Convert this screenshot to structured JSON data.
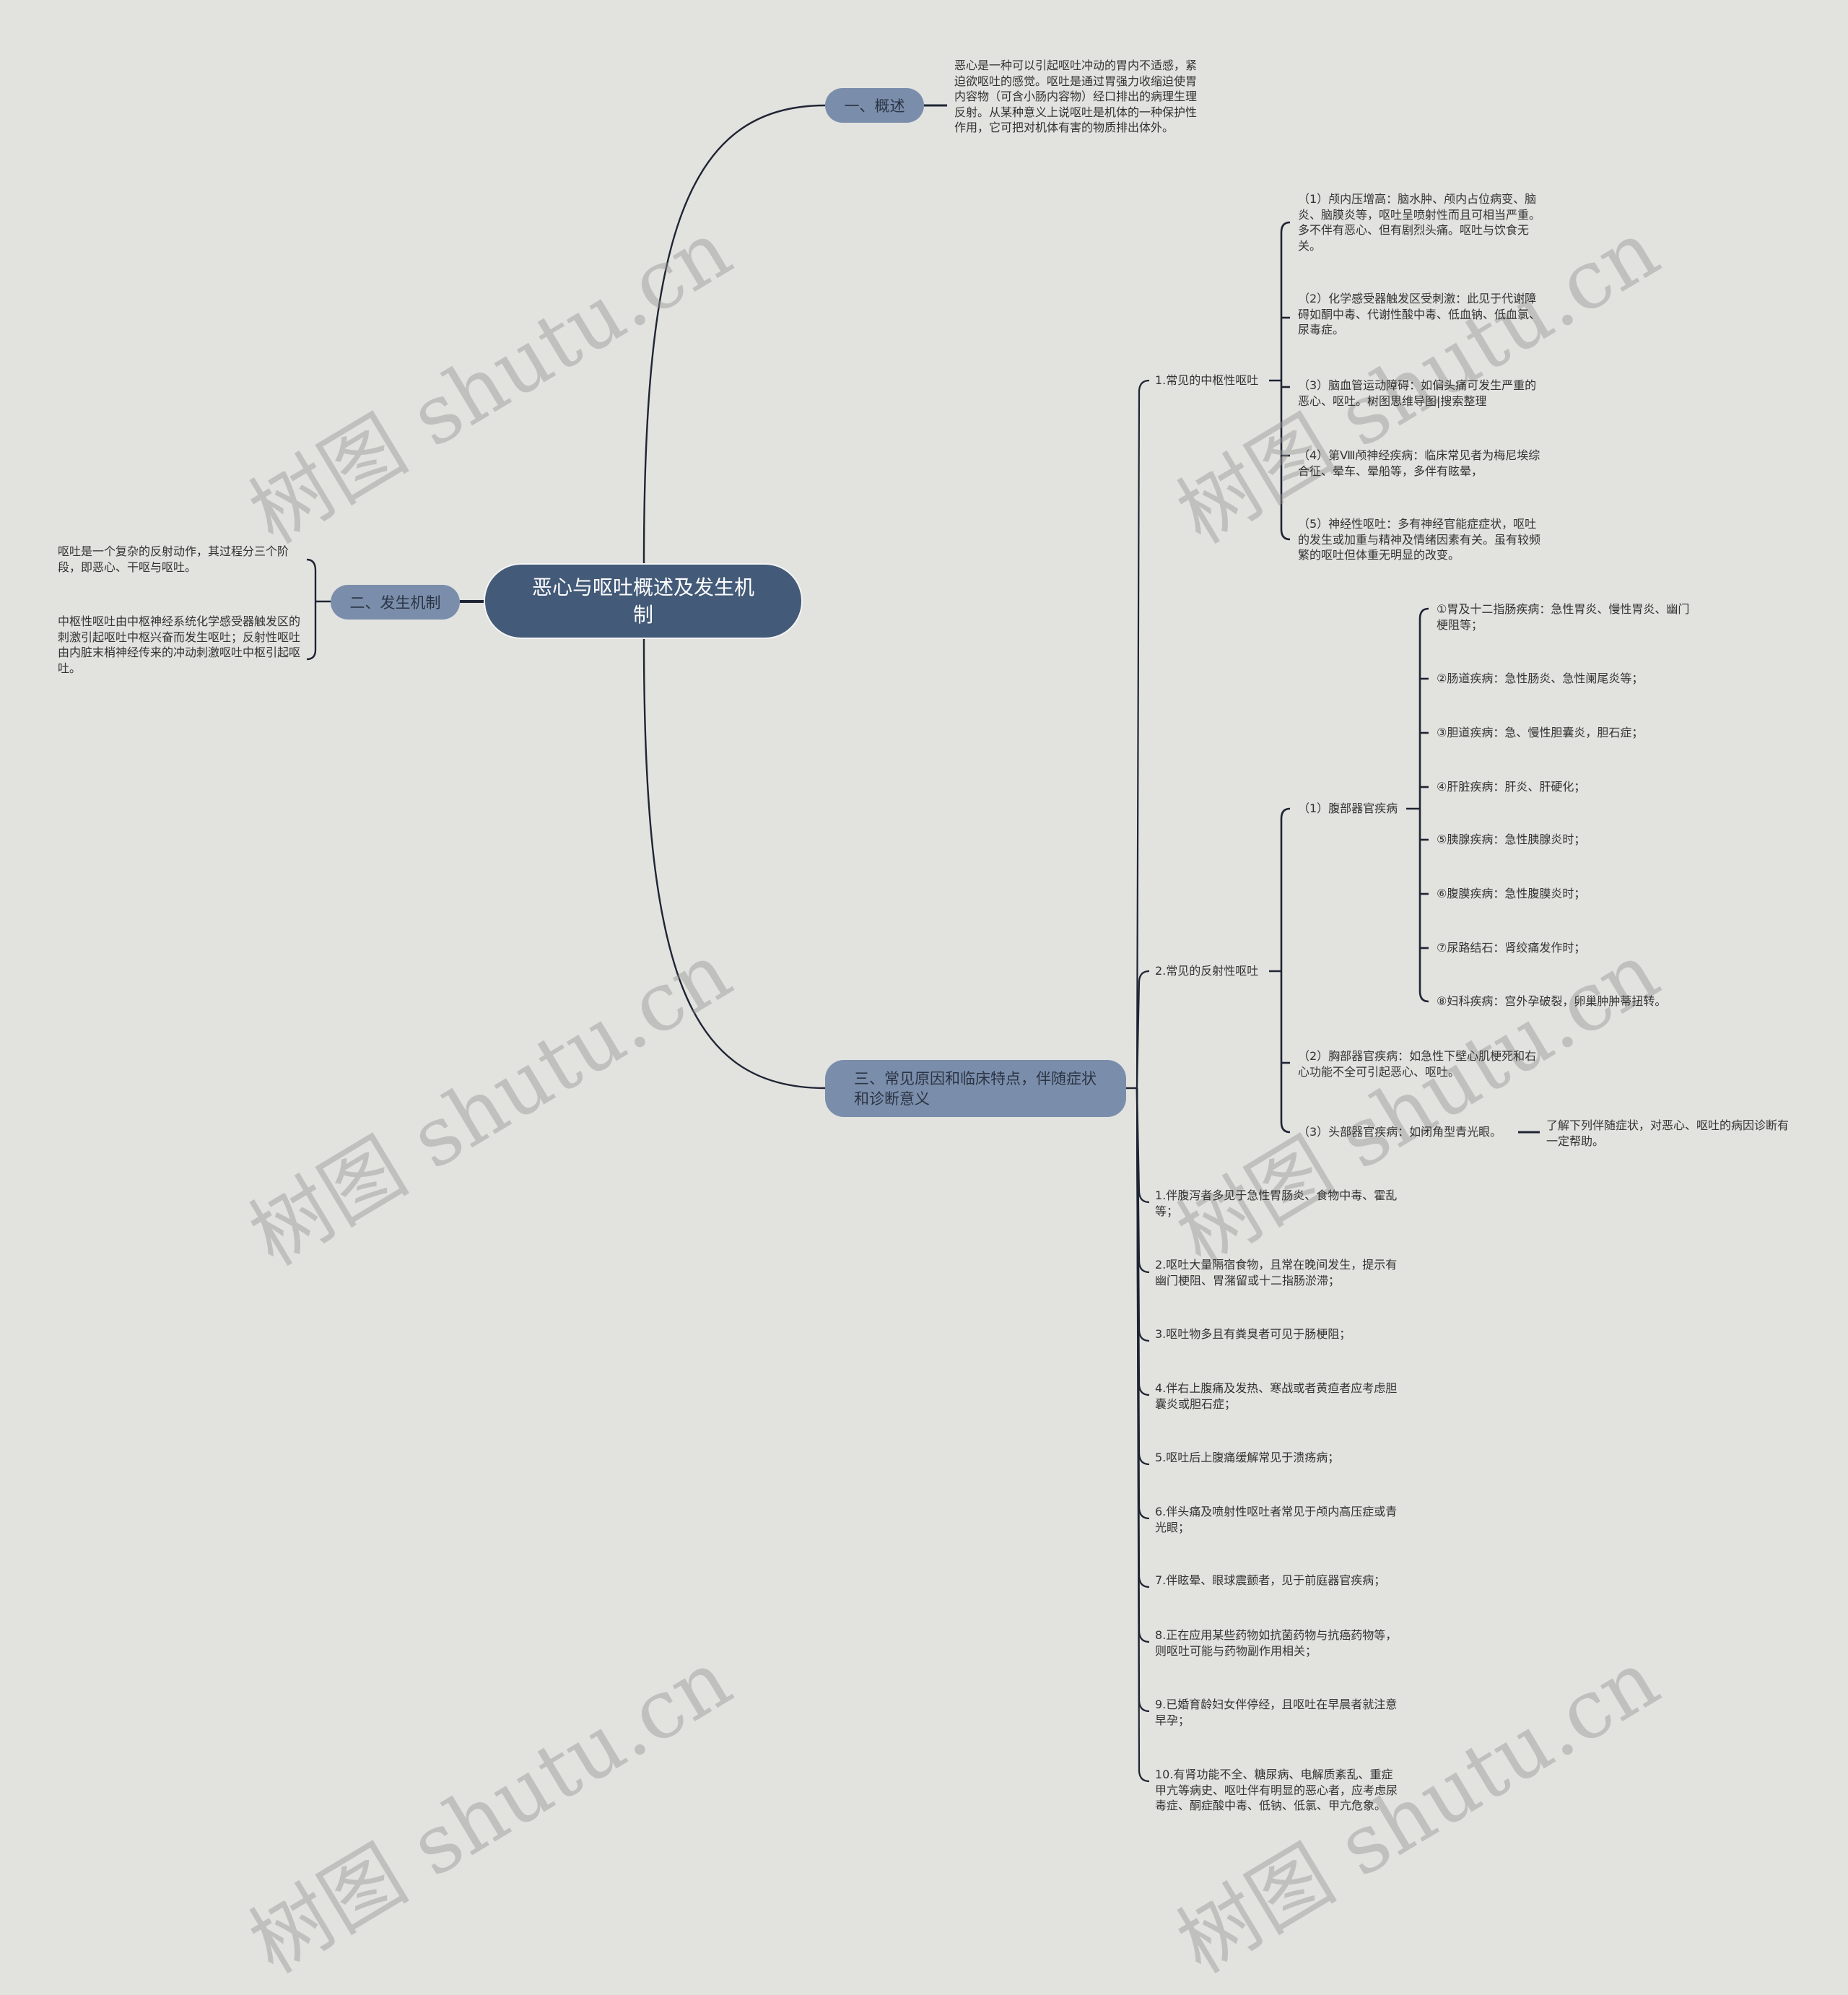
{
  "watermark": "树图 shutu.cn",
  "root": {
    "title": "恶心与呕吐概述及发生机制"
  },
  "overview": {
    "label": "一、概述",
    "text": "恶心是一种可以引起呕吐冲动的胃内不适感，紧迫欲呕吐的感觉。呕吐是通过胃强力收缩迫使胃内容物（可含小肠内容物）经口排出的病理生理反射。从某种意义上说呕吐是机体的一种保护性作用，它可把对机体有害的物质排出体外。"
  },
  "mechanism": {
    "label": "二、发生机制",
    "items": [
      "呕吐是一个复杂的反射动作，其过程分三个阶段，即恶心、干呕与呕吐。",
      "中枢性呕吐由中枢神经系统化学感受器触发区的刺激引起呕吐中枢兴奋而发生呕吐；反射性呕吐由内脏末梢神经传来的冲动刺激呕吐中枢引起呕吐。"
    ]
  },
  "causes": {
    "label": "三、常见原因和临床特点，伴随症状和诊断意义",
    "central": {
      "label": "1.常见的中枢性呕吐",
      "items": [
        "（1）颅内压增高：脑水肿、颅内占位病变、脑炎、脑膜炎等，呕吐呈喷射性而且可相当严重。多不伴有恶心、但有剧烈头痛。呕吐与饮食无关。",
        "（2）化学感受器触发区受刺激：此见于代谢障碍如酮中毒、代谢性酸中毒、低血钠、低血氯、尿毒症。",
        "（3）脑血管运动障碍：如偏头痛可发生严重的恶心、呕吐。树图思维导图|搜索整理",
        "（4）第Ⅷ颅神经疾病：临床常见者为梅尼埃综合征、晕车、晕船等，多伴有眩晕，",
        "（5）神经性呕吐：多有神经官能症症状，呕吐的发生或加重与精神及情绪因素有关。虽有较频繁的呕吐但体重无明显的改变。"
      ]
    },
    "reflex": {
      "label": "2.常见的反射性呕吐",
      "abdominal": {
        "label": "（1）腹部器官疾病",
        "items": [
          "①胃及十二指肠疾病：急性胃炎、慢性胃炎、幽门梗阻等；",
          "②肠道疾病：急性肠炎、急性阑尾炎等；",
          "③胆道疾病：急、慢性胆囊炎，胆石症；",
          "④肝脏疾病：肝炎、肝硬化；",
          "⑤胰腺疾病：急性胰腺炎时；",
          "⑥腹膜疾病：急性腹膜炎时；",
          "⑦尿路结石：肾绞痛发作时；",
          "⑧妇科疾病：宫外孕破裂，卵巢肿肿蒂扭转。"
        ]
      },
      "chest": "（2）胸部器官疾病：如急性下壁心肌梗死和右心功能不全可引起恶心、呕吐。",
      "head": "（3）头部器官疾病：如闭角型青光眼。",
      "head_note": "了解下列伴随症状，对恶心、呕吐的病因诊断有一定帮助。"
    },
    "symptoms": [
      "1.伴腹泻者多见于急性胃肠炎、食物中毒、霍乱等；",
      "2.呕吐大量隔宿食物，且常在晚间发生，提示有幽门梗阻、胃潴留或十二指肠淤滞；",
      "3.呕吐物多且有粪臭者可见于肠梗阻；",
      "4.伴右上腹痛及发热、寒战或者黄疸者应考虑胆囊炎或胆石症；",
      "5.呕吐后上腹痛缓解常见于溃疡病；",
      "6.伴头痛及喷射性呕吐者常见于颅内高压症或青光眼；",
      "7.伴眩晕、眼球震颤者，见于前庭器官疾病；",
      "8.正在应用某些药物如抗菌药物与抗癌药物等，则呕吐可能与药物副作用相关；",
      "9.已婚育龄妇女伴停经，且呕吐在早晨者就注意早孕；",
      "10.有肾功能不全、糖尿病、电解质紊乱、重症甲亢等病史、呕吐伴有明显的恶心者，应考虑尿毒症、酮症酸中毒、低钠、低氯、甲亢危象。"
    ]
  }
}
